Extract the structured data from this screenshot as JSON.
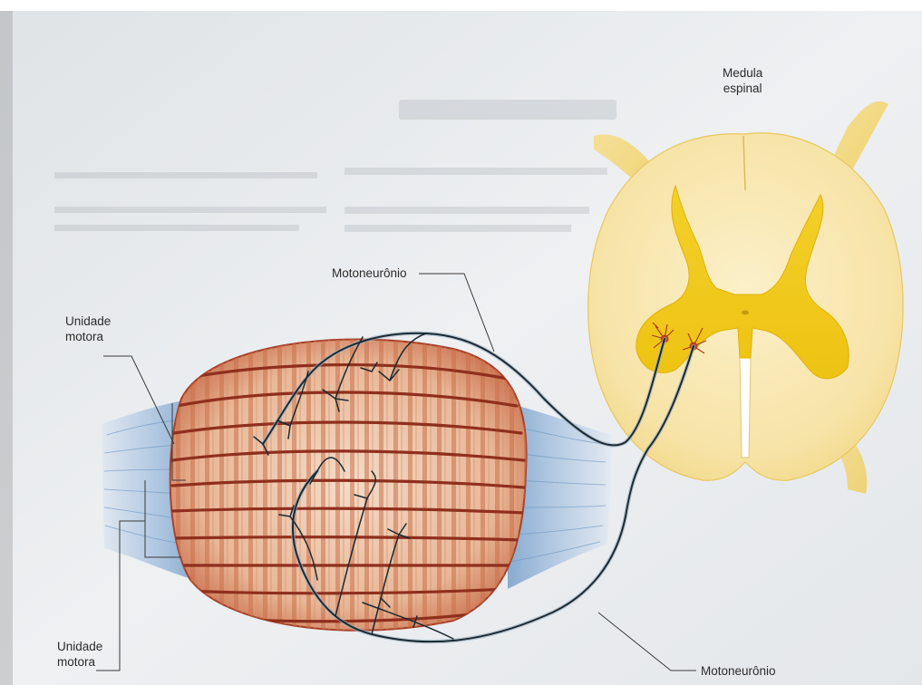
{
  "labels": {
    "spinal_cord": [
      "Medula",
      "espinal"
    ],
    "motor_neuron_top": "Motoneurônio",
    "motor_unit_top": [
      "Unidade",
      "motora"
    ],
    "motor_unit_bottom": [
      "Unidade",
      "motora"
    ],
    "motor_neuron_bottom": "Motoneurônio"
  },
  "colors": {
    "page": "#e9ecef",
    "gray_matter": "#f0c91b",
    "white_matter": "#f7e6b4",
    "muscle_fiber": "#b4442a",
    "tendon": "#7fa6cf",
    "nerve": "#1c2a33",
    "leader_line": "#3a3a3a"
  }
}
